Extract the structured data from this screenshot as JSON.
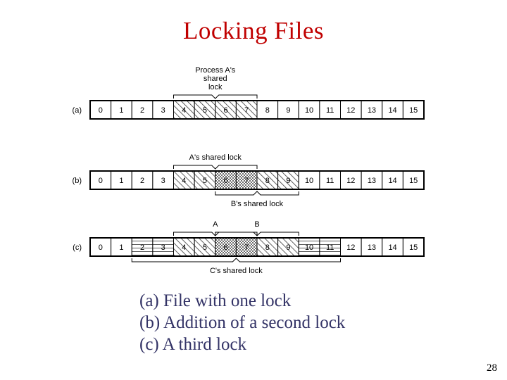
{
  "slide": {
    "title": "Locking Files",
    "title_color": "#C00000",
    "caption_color": "#333366",
    "page_number": "28"
  },
  "figure": {
    "cell_labels": [
      "0",
      "1",
      "2",
      "3",
      "4",
      "5",
      "6",
      "7",
      "8",
      "9",
      "10",
      "11",
      "12",
      "13",
      "14",
      "15"
    ],
    "rows": [
      {
        "row_label": "(a)",
        "top_annotations": [
          {
            "text_lines": [
              "Process A's",
              "shared",
              "lock"
            ],
            "bracket_from": 4,
            "bracket_to": 7,
            "position": "above"
          }
        ],
        "bottom_annotations": [],
        "cell_fills": {
          "0": "none",
          "1": "none",
          "2": "none",
          "3": "none",
          "4": "diagonal",
          "5": "diagonal",
          "6": "diagonal",
          "7": "diagonal",
          "8": "none",
          "9": "none",
          "10": "none",
          "11": "none",
          "12": "none",
          "13": "none",
          "14": "none",
          "15": "none"
        }
      },
      {
        "row_label": "(b)",
        "top_annotations": [
          {
            "text_lines": [
              "A's shared lock"
            ],
            "bracket_from": 4,
            "bracket_to": 7,
            "position": "above"
          }
        ],
        "bottom_annotations": [
          {
            "text_lines": [
              "B's shared lock"
            ],
            "bracket_from": 6,
            "bracket_to": 9,
            "position": "below"
          }
        ],
        "cell_fills": {
          "0": "none",
          "1": "none",
          "2": "none",
          "3": "none",
          "4": "diagonal",
          "5": "diagonal",
          "6": "dense",
          "7": "dense",
          "8": "diagonal",
          "9": "diagonal",
          "10": "none",
          "11": "none",
          "12": "none",
          "13": "none",
          "14": "none",
          "15": "none"
        }
      },
      {
        "row_label": "(c)",
        "top_annotations": [
          {
            "text_lines": [
              "A"
            ],
            "bracket_from": 4,
            "bracket_to": 7,
            "position": "above"
          },
          {
            "text_lines": [
              "B"
            ],
            "bracket_from": 6,
            "bracket_to": 9,
            "position": "above"
          }
        ],
        "bottom_annotations": [
          {
            "text_lines": [
              "C's shared lock"
            ],
            "bracket_from": 2,
            "bracket_to": 11,
            "position": "below"
          }
        ],
        "cell_fills": {
          "0": "none",
          "1": "none",
          "2": "horizontal",
          "3": "horizontal",
          "4": "diagonal",
          "5": "diagonal",
          "6": "dense",
          "7": "dense",
          "8": "diagonal",
          "9": "diagonal",
          "10": "horizontal",
          "11": "horizontal",
          "12": "none",
          "13": "none",
          "14": "none",
          "15": "none"
        }
      }
    ]
  },
  "caption": {
    "lines": [
      "(a) File with one lock",
      "(b) Addition of a second lock",
      "(c) A third lock"
    ]
  }
}
